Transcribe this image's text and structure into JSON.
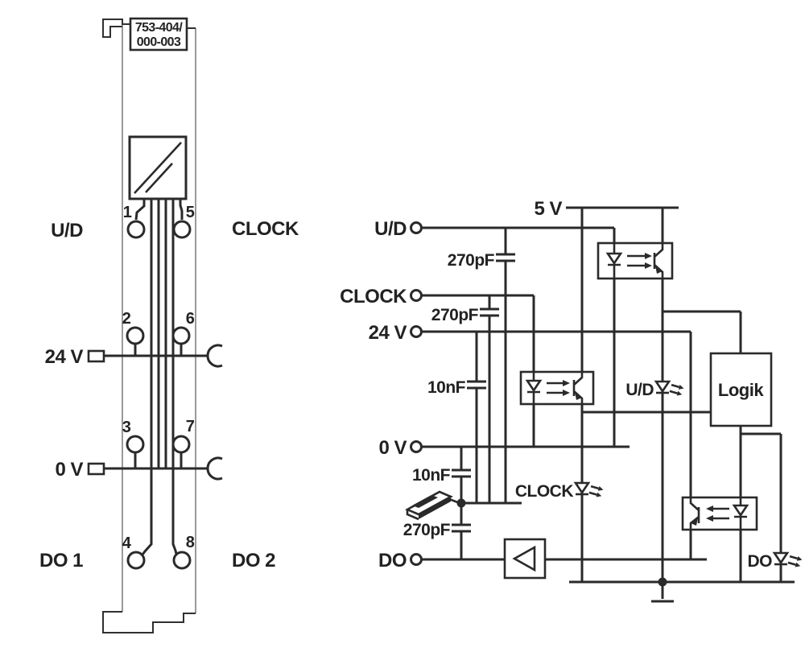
{
  "colors": {
    "ink": "#2a2a2a",
    "thin_edge": "#6e6e6e",
    "background": "#ffffff"
  },
  "module": {
    "part_line1": "753-404/",
    "part_line2": "000-003",
    "label_ud": "U/D",
    "label_clock": "CLOCK",
    "label_24v": "24 V",
    "label_0v": "0 V",
    "label_do1": "DO 1",
    "label_do2": "DO 2",
    "pin1": "1",
    "pin2": "2",
    "pin3": "3",
    "pin4": "4",
    "pin5": "5",
    "pin6": "6",
    "pin7": "7",
    "pin8": "8"
  },
  "circuit": {
    "supply": "5 V",
    "logic": "Logik",
    "in_ud": "U/D",
    "in_clock": "CLOCK",
    "in_24v": "24 V",
    "in_0v": "0 V",
    "in_do": "DO",
    "cap_ud": "270pF",
    "cap_clock": "270pF",
    "cap_24v": "10nF",
    "cap_0v": "10nF",
    "cap_do": "270pF",
    "led_ud": "U/D",
    "led_clock": "CLOCK",
    "led_do": "DO"
  }
}
